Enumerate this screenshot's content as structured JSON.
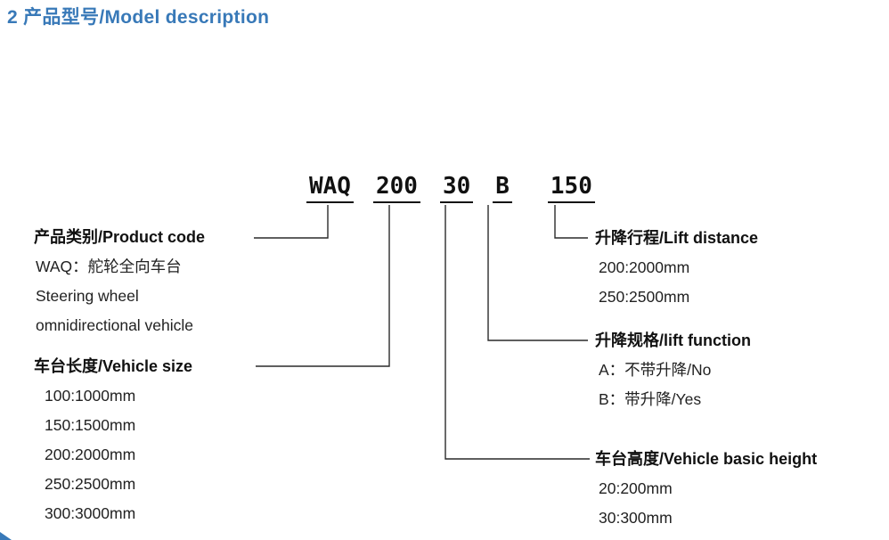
{
  "page": {
    "section_title": "2 产品型号/Model description",
    "accent_color": "#3879b8"
  },
  "model_code": {
    "segments": [
      "WAQ",
      "200",
      "30",
      "B",
      "150"
    ]
  },
  "legend": {
    "product_code": {
      "heading": "产品类别/Product code",
      "lines": [
        "WAQ：舵轮全向车台",
        "Steering wheel",
        "omnidirectional vehicle"
      ]
    },
    "vehicle_size": {
      "heading": "车台长度/Vehicle size",
      "lines": [
        "100:1000mm",
        "150:1500mm",
        "200:2000mm",
        "250:2500mm",
        "300:3000mm"
      ]
    },
    "lift_distance": {
      "heading": "升降行程/Lift distance",
      "lines": [
        "200:2000mm",
        "250:2500mm"
      ]
    },
    "lift_function": {
      "heading": "升降规格/lift function",
      "lines": [
        "A：不带升降/No",
        "B：带升降/Yes"
      ]
    },
    "vehicle_height": {
      "heading": "车台高度/Vehicle basic height",
      "lines": [
        "20:200mm",
        "30:300mm"
      ]
    }
  }
}
